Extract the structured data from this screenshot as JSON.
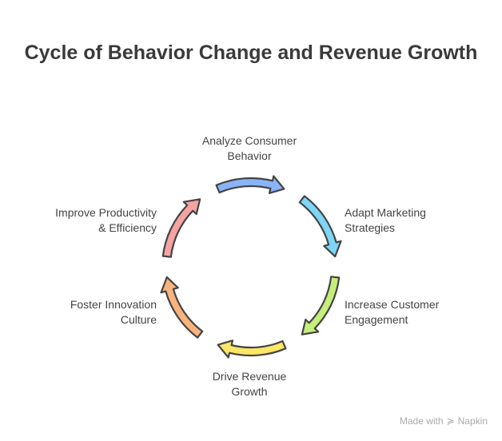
{
  "title": "Cycle of Behavior Change and Revenue Growth",
  "steps": [
    {
      "label_line1": "Analyze Consumer",
      "label_line2": "Behavior",
      "color": "#8AB4F8"
    },
    {
      "label_line1": "Adapt Marketing",
      "label_line2": "Strategies",
      "color": "#7DD6F7"
    },
    {
      "label_line1": "Increase Customer",
      "label_line2": "Engagement",
      "color": "#C5EE7A"
    },
    {
      "label_line1": "Drive Revenue",
      "label_line2": "Growth",
      "color": "#FBE667"
    },
    {
      "label_line1": "Foster Innovation",
      "label_line2": "Culture",
      "color": "#F8B47D"
    },
    {
      "label_line1": "Improve Productivity",
      "label_line2": "& Efficiency",
      "color": "#F6A3A3"
    }
  ],
  "footer": {
    "made_with": "Made with",
    "brand": "Napkin"
  }
}
